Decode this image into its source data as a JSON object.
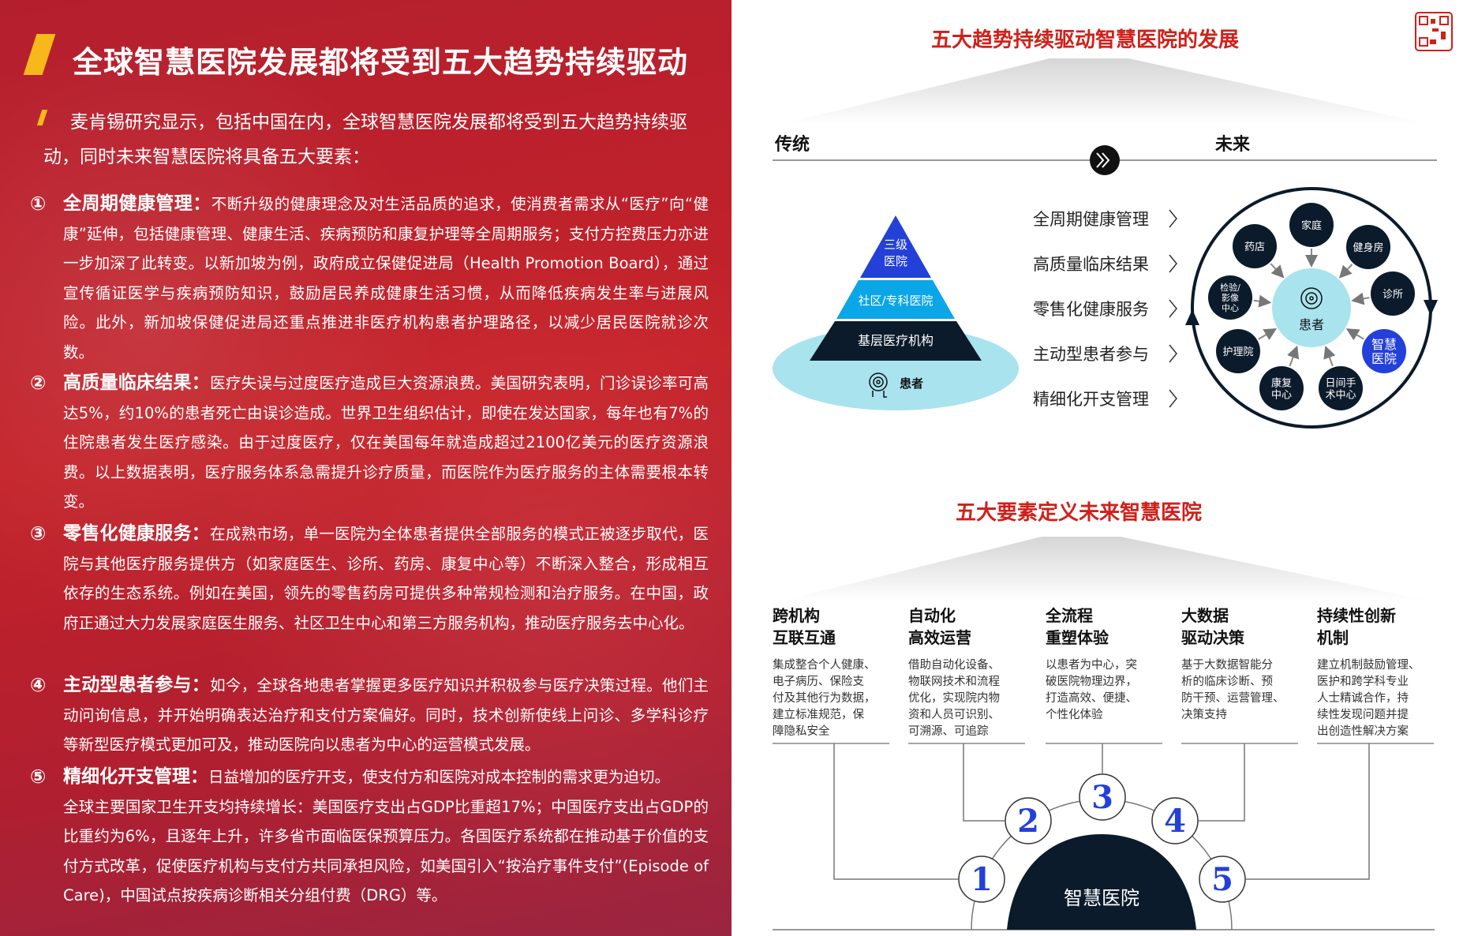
{
  "left": {
    "title": "全球智慧医院发展都将受到五大趋势持续驱动",
    "intro": "麦肯锡研究显示，包括中国在内，全球智慧医院发展都将受到五大趋势持续驱动，同时未来智慧医院将具备五大要素：",
    "items": [
      {
        "num": "①",
        "head": "全周期健康管理：",
        "text": "不断升级的健康理念及对生活品质的追求，使消费者需求从“医疗”向“健康”延伸，包括健康管理、健康生活、疾病预防和康复护理等全周期服务；支付方控费压力亦进一步加深了此转变。以新加坡为例，政府成立保健促进局（Health Promotion Board），通过宣传循证医学与疾病预防知识，鼓励居民养成健康生活习惯，从而降低疾病发生率与进展风险。此外，新加坡保健促进局还重点推进非医疗机构患者护理路径，以减少居民医院就诊次数。"
      },
      {
        "num": "②",
        "head": "高质量临床结果：",
        "text": "医疗失误与过度医疗造成巨大资源浪费。美国研究表明，门诊误诊率可高达5%，约10%的患者死亡由误诊造成。世界卫生组织估计，即使在发达国家，每年也有7%的住院患者发生医疗感染。由于过度医疗，仅在美国每年就造成超过2100亿美元的医疗资源浪费。以上数据表明，医疗服务体系急需提升诊疗质量，而医院作为医疗服务的主体需要根本转变。"
      },
      {
        "num": "③",
        "head": "零售化健康服务：",
        "text": "在成熟市场，单一医院为全体患者提供全部服务的模式正被逐步取代，医院与其他医疗服务提供方（如家庭医生、诊所、药房、康复中心等）不断深入整合，形成相互依存的生态系统。例如在美国，领先的零售药房可提供多种常规检测和治疗服务。在中国，政府正通过大力发展家庭医生服务、社区卫生中心和第三方服务机构，推动医疗服务去中心化。"
      },
      {
        "num": "④",
        "head": "主动型患者参与：",
        "text": "如今，全球各地患者掌握更多医疗知识并积极参与医疗决策过程。他们主动问询信息，并开始明确表达治疗和支付方案偏好。同时，技术创新使线上问诊、多学科诊疗等新型医疗模式更加可及，推动医院向以患者为中心的运营模式发展。"
      },
      {
        "num": "⑤",
        "head": "精细化开支管理：",
        "text": "日益增加的医疗开支，使支付方和医院对成本控制的需求更为迫切。",
        "text2": "全球主要国家卫生开支均持续增长：美国医疗支出占GDP比重超17%；中国医疗支出占GDP的比重约为6%，且逐年上升，许多省市面临医保预算压力。各国医疗系统都在推动基于价值的支付方式改革，促使医疗机构与支付方共同承担风险，如美国引入“按治疗事件支付”(Episode of Care)，中国试点按疾病诊断相关分组付费（DRG）等。"
      }
    ]
  },
  "right": {
    "title1": "五大趋势持续驱动智慧医院的发展",
    "traditional": "传统",
    "future": "未来",
    "pyramid": {
      "top1": "三级",
      "top2": "医院",
      "mid": "社区/专科医院",
      "base": "基层医疗机构",
      "patient": "患者"
    },
    "trends": [
      "全周期健康管理",
      "高质量临床结果",
      "零售化健康服务",
      "主动型患者参与",
      "精细化开支管理"
    ],
    "ecosystem": {
      "center": "患者",
      "nodes": [
        [
          "家庭"
        ],
        [
          "药店"
        ],
        [
          "健身房"
        ],
        [
          "检验/",
          "影像",
          "中心"
        ],
        [
          "诊所"
        ],
        [
          "护理院"
        ],
        [
          "智慧",
          "医院"
        ],
        [
          "康复",
          "中心"
        ],
        [
          "日间手",
          "术中心"
        ]
      ]
    },
    "title2": "五大要素定义未来智慧医院",
    "elements": [
      {
        "h1": "跨机构",
        "h2": "互联互通",
        "lines": [
          "集成整合个人健康、",
          "电子病历、保险支",
          "付及其他行为数据，",
          "建立标准规范，保",
          "障隐私安全"
        ]
      },
      {
        "h1": "自动化",
        "h2": "高效运营",
        "lines": [
          "借助自动化设备、",
          "物联网技术和流程",
          "优化，实现院内物",
          "资和人员可识别、",
          "可溯源、可追踪"
        ]
      },
      {
        "h1": "全流程",
        "h2": "重塑体验",
        "lines": [
          "以患者为中心，突",
          "破医院物理边界，",
          "打造高效、便捷、",
          "个性化体验"
        ]
      },
      {
        "h1": "大数据",
        "h2": "驱动决策",
        "lines": [
          "基于大数据智能分",
          "析的临床诊断、预",
          "防干预、运营管理、",
          "决策支持"
        ]
      },
      {
        "h1": "持续性创新",
        "h2": "机制",
        "lines": [
          "建立机制鼓励管理、",
          "医护和跨学科专业",
          "人士精诚合作，持",
          "续性发现问题并提",
          "出创造性解决方案"
        ]
      }
    ],
    "numbers": [
      "1",
      "2",
      "3",
      "4",
      "5"
    ],
    "dome": "智慧医院"
  },
  "colors": {
    "red": "#d0201a",
    "navy": "#0b1b2b",
    "blue": "#2340d8",
    "cyan": "#0aa6e8",
    "light_cyan": "#a8e3ee",
    "yellow": "#f7b81b"
  }
}
